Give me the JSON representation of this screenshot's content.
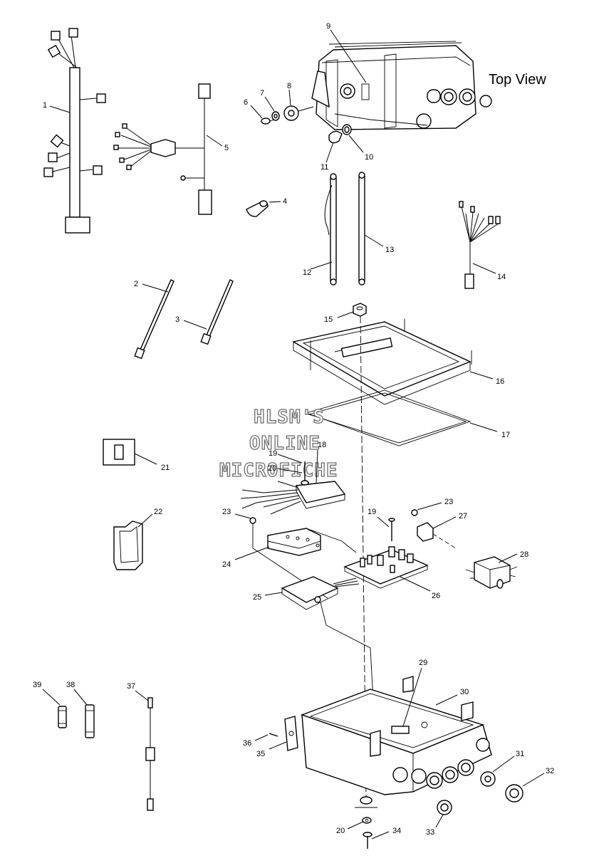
{
  "title": "Top View",
  "watermark": [
    "HLSM'S",
    "ONLINE",
    "MICROFICHE"
  ],
  "callouts": {
    "c1": "1",
    "c2": "2",
    "c3": "3",
    "c4": "4",
    "c5": "5",
    "c6": "6",
    "c7": "7",
    "c8": "8",
    "c9": "9",
    "c10": "10",
    "c11": "11",
    "c12": "12",
    "c13": "13",
    "c14": "14",
    "c15": "15",
    "c16": "16",
    "c17": "17",
    "c18": "18",
    "c19a": "19",
    "c19b": "19",
    "c20a": "20",
    "c20b": "20",
    "c21": "21",
    "c22": "22",
    "c23a": "23",
    "c23b": "23",
    "c24": "24",
    "c25": "25",
    "c26": "26",
    "c27": "27",
    "c28": "28",
    "c29": "29",
    "c30": "30",
    "c31": "31",
    "c32": "32",
    "c33": "33",
    "c34": "34",
    "c35": "35",
    "c36": "36",
    "c37": "37",
    "c38": "38",
    "c39": "39"
  },
  "colors": {
    "line": "#000000",
    "background": "#ffffff",
    "watermark_outline": "#6e6e6e"
  }
}
